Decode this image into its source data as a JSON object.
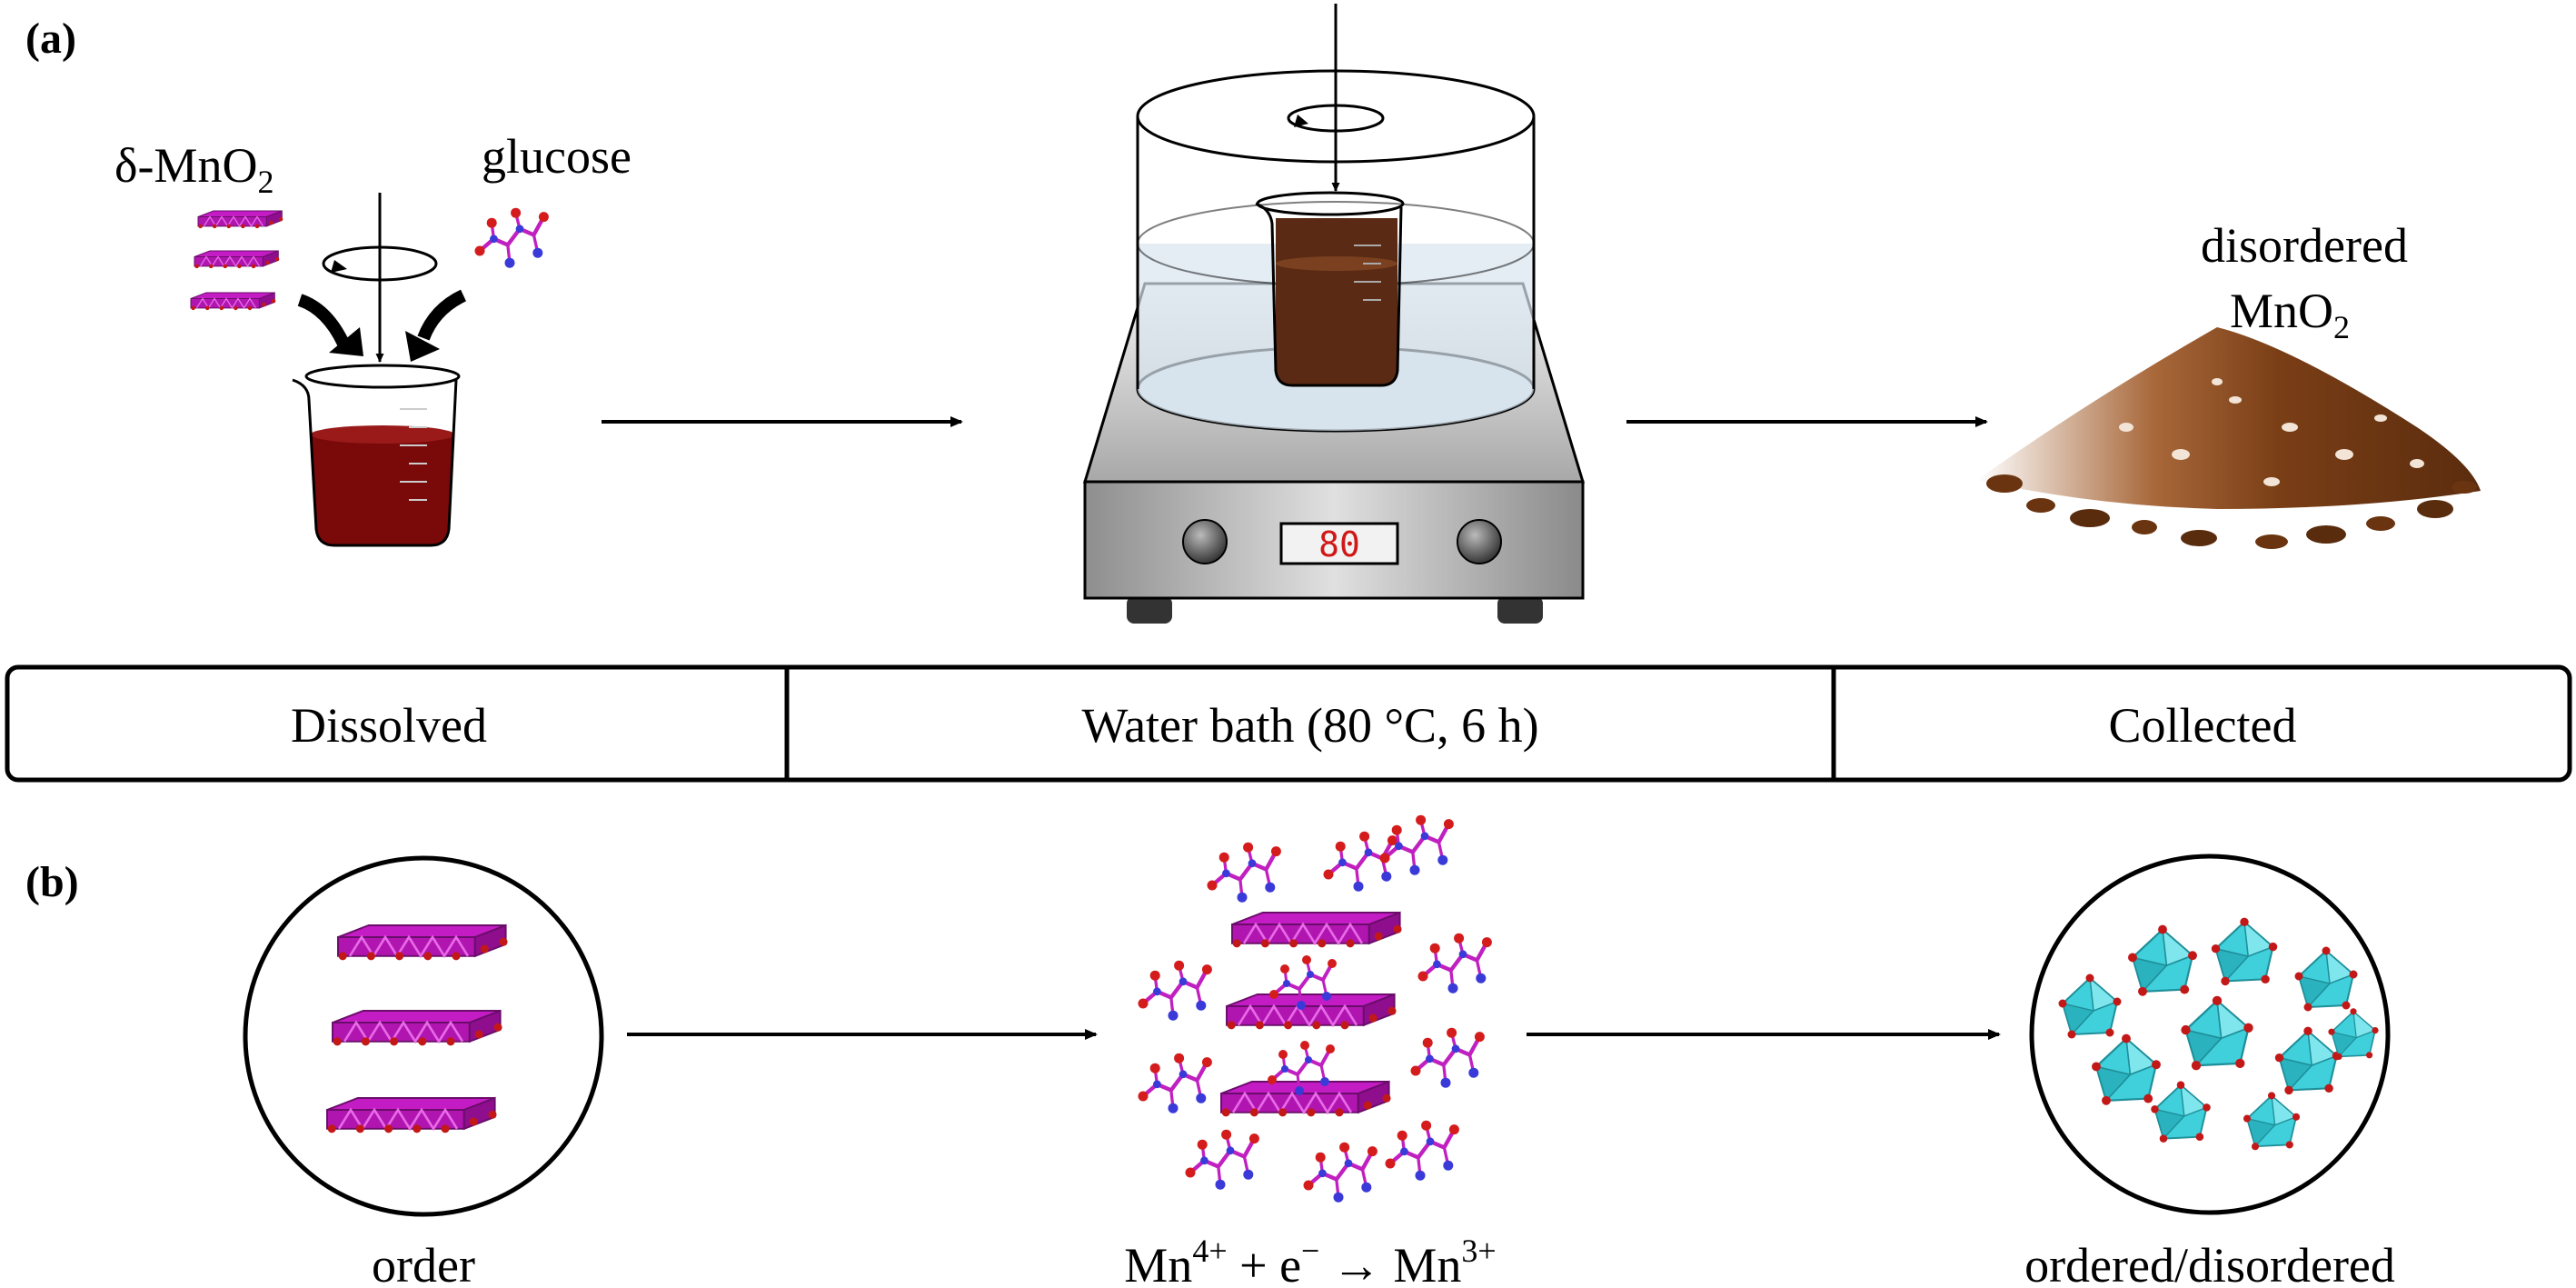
{
  "panel_a": {
    "label": "(a)",
    "reagent_1": {
      "symbol": "δ-MnO",
      "sub": "2"
    },
    "reagent_2": "glucose",
    "display_reading": "80",
    "product": {
      "line1": "disordered",
      "line2_symbol": "MnO",
      "line2_sub": "2"
    },
    "steps": [
      "Dissolved",
      "Water bath (80 °C, 6 h)",
      "Collected"
    ]
  },
  "panel_b": {
    "label": "(b)",
    "left_caption": "order",
    "middle_caption": {
      "a": "Mn",
      "a_sup": "4+",
      "b": " + e",
      "b_sup": "−",
      "c": " → Mn",
      "c_sup": "3+"
    },
    "right_caption": "ordered/disordered"
  },
  "colors": {
    "solution": "#7a0a0a",
    "bath_solution": "#5a2a14",
    "layer_magenta": "#c41cc4",
    "octahedra_cyan": "#34c8d4",
    "powder": "#8b4a1e"
  }
}
